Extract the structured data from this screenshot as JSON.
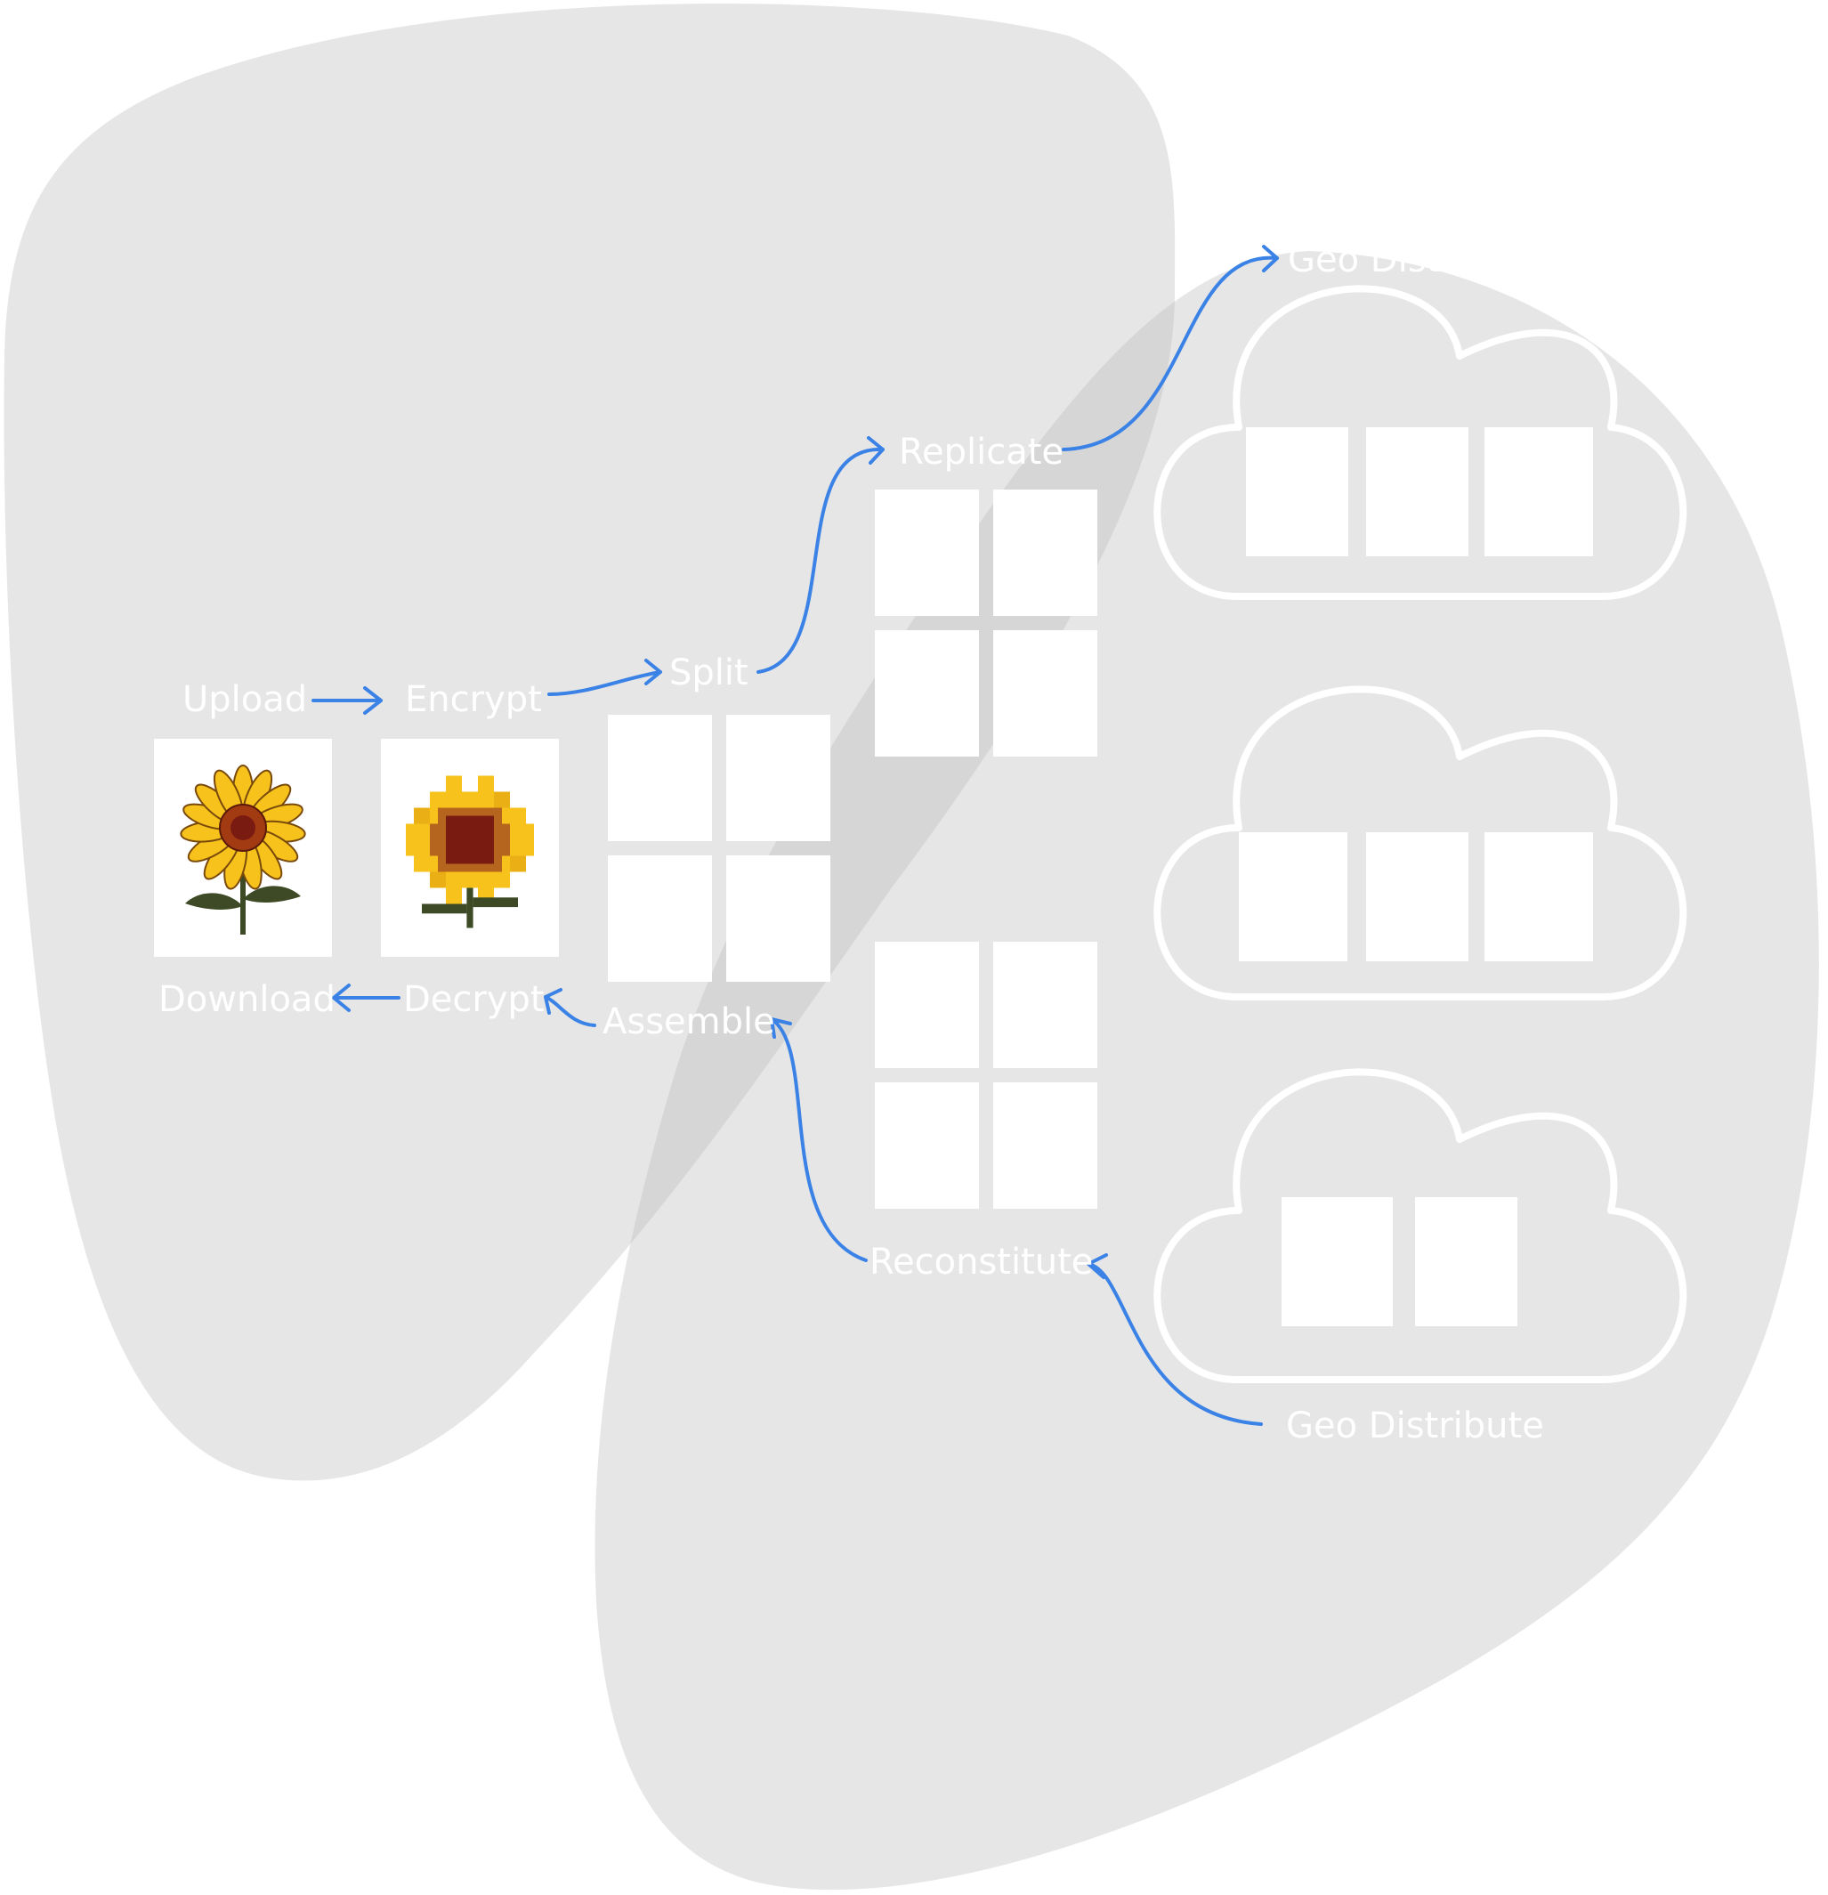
{
  "labels": {
    "upload": "Upload",
    "encrypt": "Encrypt",
    "split": "Split",
    "replicate": "Replicate",
    "geo_distribute_top": "Geo Distribute",
    "download": "Download",
    "decrypt": "Decrypt",
    "assemble": "Assemble",
    "reconstitute": "Reconstitute",
    "geo_distribute_bottom": "Geo Distribute"
  },
  "colors": {
    "blob": "#e6e6e6",
    "blob_overlap": "#d6d6d6",
    "arrow": "#3b82e6",
    "cloud_stroke": "#ffffff",
    "label": "#ffffff",
    "petal": "#f6c21b",
    "center": "#7a1b12",
    "stem": "#3d4a25"
  },
  "icons": [
    "sunflower-icon",
    "cloud-icon",
    "arrow-icon"
  ]
}
